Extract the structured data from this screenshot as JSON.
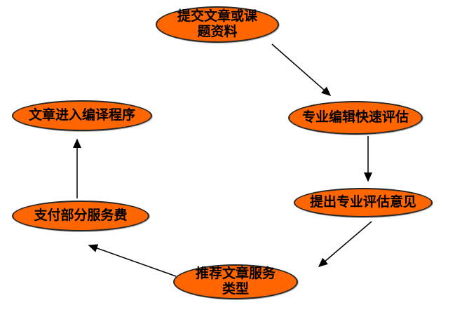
{
  "diagram": {
    "type": "flowchart",
    "background": "#ffffff",
    "style": {
      "node_fill": "#ff6600",
      "node_border": "#262626",
      "text_color": "#000000",
      "arrow_color": "#000000"
    },
    "nodes": [
      {
        "id": "submit-article",
        "label": "提交文章或课\n题资料"
      },
      {
        "id": "quick-assessment",
        "label": "专业编辑快速评估"
      },
      {
        "id": "assessment-opinion",
        "label": "提出专业评估意见"
      },
      {
        "id": "recommend-service",
        "label": "推荐文章服务\n类型"
      },
      {
        "id": "pay-fee",
        "label": "支付部分服务费"
      },
      {
        "id": "enter-translation",
        "label": "文章进入编译程序"
      }
    ],
    "edges": [
      {
        "from": "submit-article",
        "to": "quick-assessment"
      },
      {
        "from": "quick-assessment",
        "to": "assessment-opinion"
      },
      {
        "from": "assessment-opinion",
        "to": "recommend-service"
      },
      {
        "from": "recommend-service",
        "to": "pay-fee"
      },
      {
        "from": "pay-fee",
        "to": "enter-translation"
      }
    ]
  }
}
